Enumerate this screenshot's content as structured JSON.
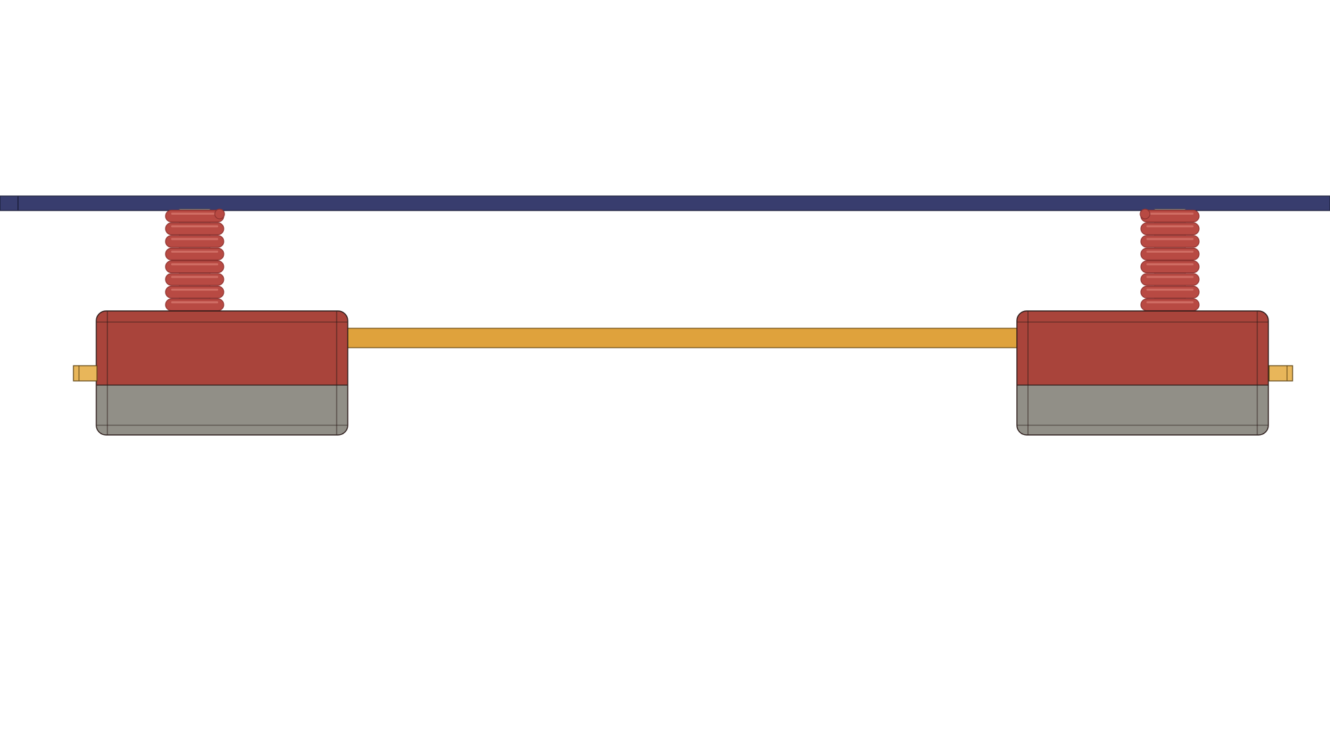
{
  "viewport": {
    "background": "#ffffff"
  },
  "colors": {
    "plate": "#383d6e",
    "spring": "#b84a43",
    "spring_highlight": "#d97a70",
    "spring_shadow": "#8f3330",
    "post": "#b7b4ad",
    "block_top": "#a9443b",
    "block_bottom": "#918f87",
    "rod": "#dfa23c",
    "stub": "#e8b65a",
    "outline": "#2a1a18"
  },
  "parts": {
    "top_plate": "plate",
    "springs": [
      "spring",
      "spring"
    ],
    "carriers": [
      "carrier-block",
      "carrier-block"
    ],
    "connecting_rod": "rod",
    "end_stubs": [
      "stub",
      "stub"
    ]
  }
}
